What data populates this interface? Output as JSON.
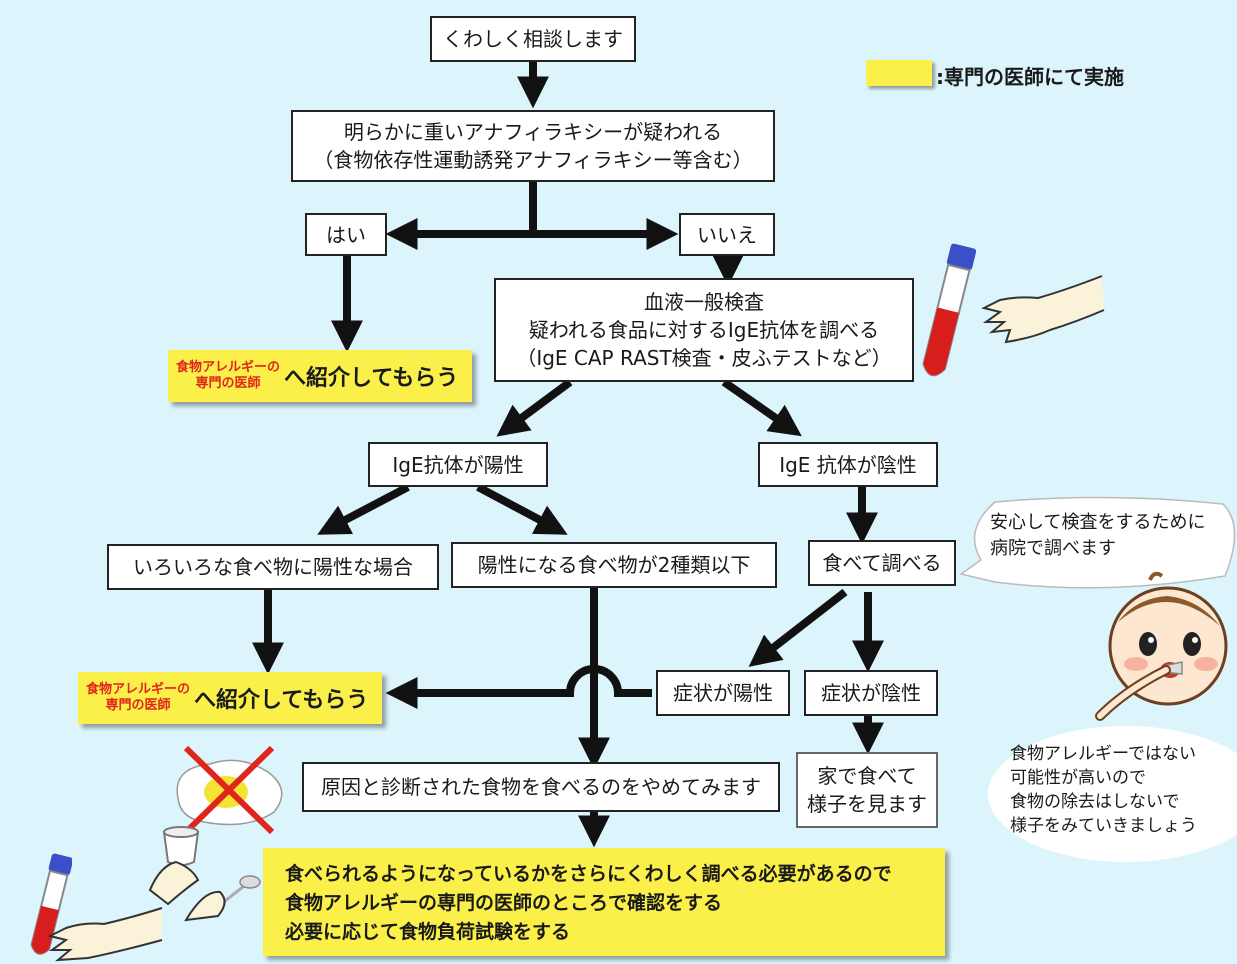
{
  "legend": {
    "text": ":専門の医師にて実施",
    "color": "#fbf04a"
  },
  "nodes": {
    "consult": "くわしく相談します",
    "anaphylaxis_line1": "明らかに重いアナフィラキシーが疑われる",
    "anaphylaxis_line2": "（食物依存性運動誘発アナフィラキシー等含む）",
    "yes": "はい",
    "no": "いいえ",
    "blood_line1": "血液一般検査",
    "blood_line2": "疑われる食品に対するIgE抗体を調べる",
    "blood_line3": "（IgE CAP RAST検査・皮ふテストなど）",
    "ige_positive": "IgE抗体が陽性",
    "ige_negative": "IgE 抗体が陰性",
    "many_positive": "いろいろな食べ物に陽性な場合",
    "few_positive": "陽性になる食べ物が2種類以下",
    "eat_test": "食べて調べる",
    "symptom_positive": "症状が陽性",
    "symptom_negative": "症状が陰性",
    "home_line1": "家で食べて",
    "home_line2": "様子を見ます",
    "stop_eating": "原因と診断された食物を食べるのをやめてみます"
  },
  "referral": {
    "small_line1": "食物アレルギーの",
    "small_line2": "専門の医師",
    "big": "へ紹介してもらう"
  },
  "final": {
    "line1": "食べられるようになっているかをさらにくわしく調べる必要があるので",
    "line2": "食物アレルギーの専門の医師のところで確認をする",
    "line3": "必要に応じて食物負荷試験をする"
  },
  "bubbles": {
    "hospital_line1": "安心して検査をするために",
    "hospital_line2": "病院で調べます",
    "advice_line1": "食物アレルギーではない",
    "advice_line2": "可能性が高いので",
    "advice_line3": "食物の除去はしないで",
    "advice_line4": "様子をみていきましょう"
  },
  "icons": [
    "test-tube-icon",
    "hand-icon",
    "baby-eating-icon",
    "egg-crossed-out-icon",
    "cup-and-spoon-icon"
  ]
}
